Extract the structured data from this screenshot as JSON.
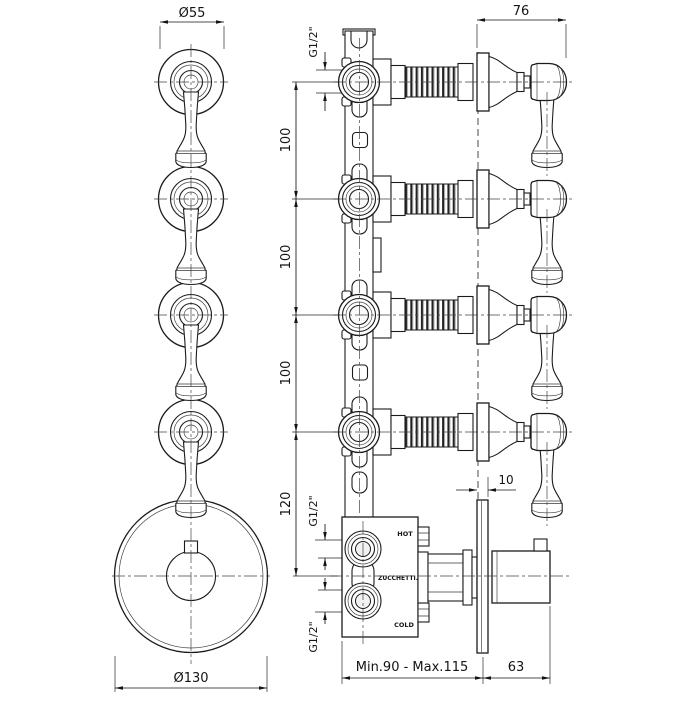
{
  "drawing": {
    "front_view": {
      "dim_escutcheon_diameter": "Ø55",
      "dim_plate_diameter": "Ø130"
    },
    "side_view": {
      "dim_handle_projection": "76",
      "dim_valve_spacing_1": "100",
      "dim_valve_spacing_2": "100",
      "dim_valve_spacing_3": "100",
      "dim_mixer_offset": "120",
      "thread_inlet_top": "G1/2\"",
      "thread_hot": "G1/2\"",
      "thread_cold": "G1/2\"",
      "dim_plate_thickness": "10",
      "dim_rough_in_depth": "Min.90 - Max.115",
      "dim_handle_depth": "63",
      "mixer_labels": {
        "hot": "HOT",
        "brand": "ZUCCHETTI.",
        "cold": "COLD"
      }
    }
  }
}
